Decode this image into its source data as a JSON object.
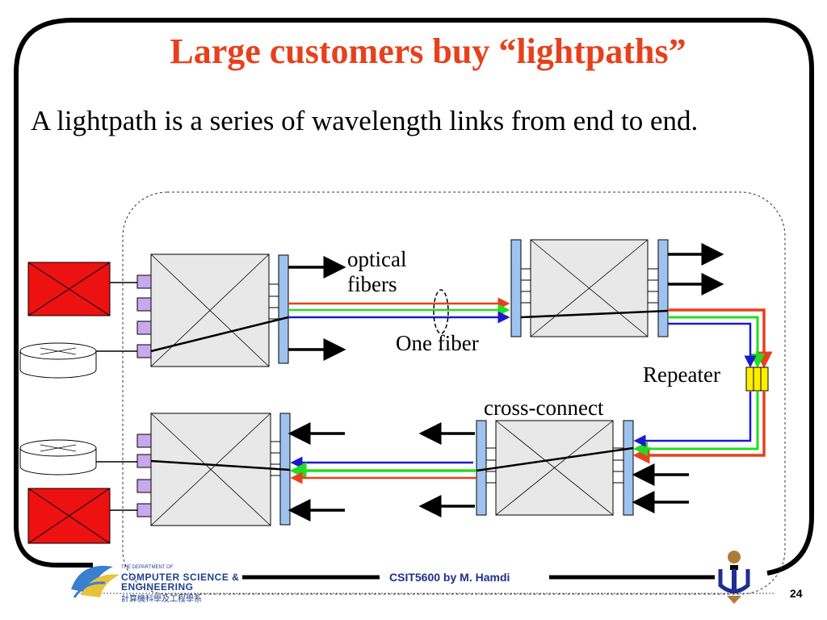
{
  "slide": {
    "title": "Large customers buy “lightpaths”",
    "subtitle": "A lightpath is a series of wavelength links from end to end.",
    "page_number": "24",
    "footer_text": "CSIT5600 by M. Hamdi"
  },
  "department": {
    "line_small": "THE DEPARTMENT OF",
    "line1": "COMPUTER SCIENCE &",
    "line2": "ENGINEERING",
    "line3": "計算機科學及工程學系"
  },
  "diagram": {
    "labels": {
      "optical_fibers_line1": "optical",
      "optical_fibers_line2": "fibers",
      "one_fiber": "One fiber",
      "repeater": "Repeater",
      "cross_connect": "cross-connect"
    },
    "colors": {
      "red": "#e8401c",
      "green": "#22dd22",
      "blue": "#1a1acc",
      "router_red": "#ee1111",
      "port_purple": "#c8a8ee",
      "port_blue": "#9fc3ee",
      "repeater_yellow": "#ffee00",
      "box_gray": "#e8e8e8"
    }
  }
}
